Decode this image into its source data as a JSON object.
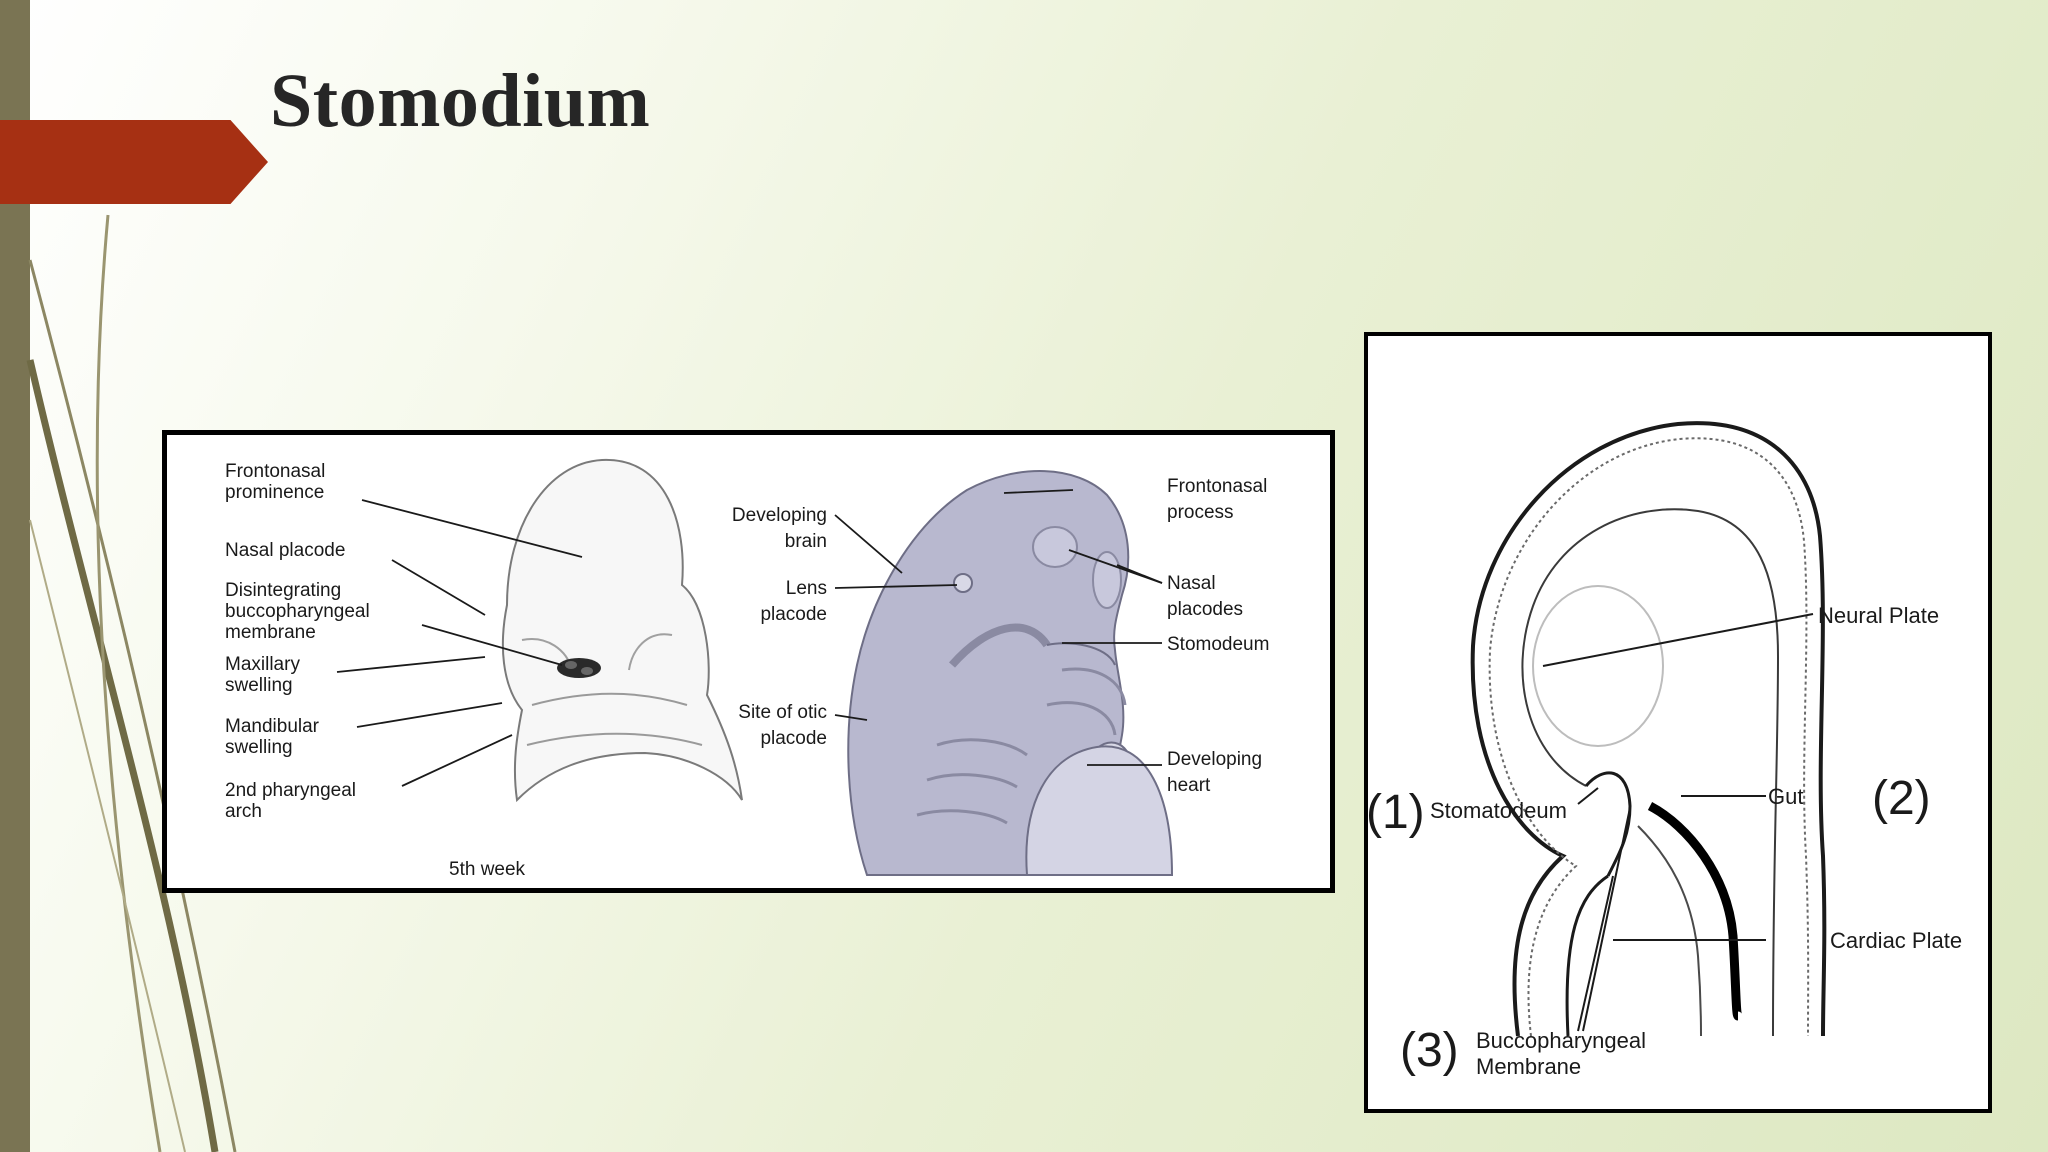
{
  "slide": {
    "title": "Stomodium"
  },
  "figure_left": {
    "front_view_labels": {
      "frontonasal_prominence": [
        "Frontonasal",
        "prominence"
      ],
      "nasal_placode": "Nasal placode",
      "disintegrating_membrane": [
        "Disintegrating",
        "buccopharyngeal",
        "membrane"
      ],
      "maxillary_swelling": [
        "Maxillary",
        "swelling"
      ],
      "mandibular_swelling": [
        "Mandibular",
        "swelling"
      ],
      "second_pharyngeal_arch": [
        "2nd pharyngeal",
        "arch"
      ],
      "caption": "5th week"
    },
    "side_view_labels": {
      "developing_brain": [
        "Developing",
        "brain"
      ],
      "lens_placode": [
        "Lens",
        "placode"
      ],
      "site_of_otic_placode": [
        "Site of otic",
        "placode"
      ],
      "frontonasal_process": [
        "Frontonasal",
        "process"
      ],
      "nasal_placodes": [
        "Nasal",
        "placodes"
      ],
      "stomodeum": "Stomodeum",
      "developing_heart": [
        "Developing",
        "heart"
      ]
    }
  },
  "figure_right": {
    "labels": {
      "neural_plate": "Neural Plate",
      "stomatodeum": "Stomatodeum",
      "gut": "Gut",
      "cardiac_plate": "Cardiac Plate",
      "buccopharyngeal_membrane": [
        "Buccopharyngeal",
        "Membrane"
      ]
    },
    "markers": {
      "one": "(1)",
      "two": "(2)",
      "three": "(3)"
    }
  },
  "colors": {
    "side_bar": "#7a7453",
    "title_arrow": "#a63013",
    "title_text": "#262626",
    "embryo_shade": "#b8b8cf"
  }
}
